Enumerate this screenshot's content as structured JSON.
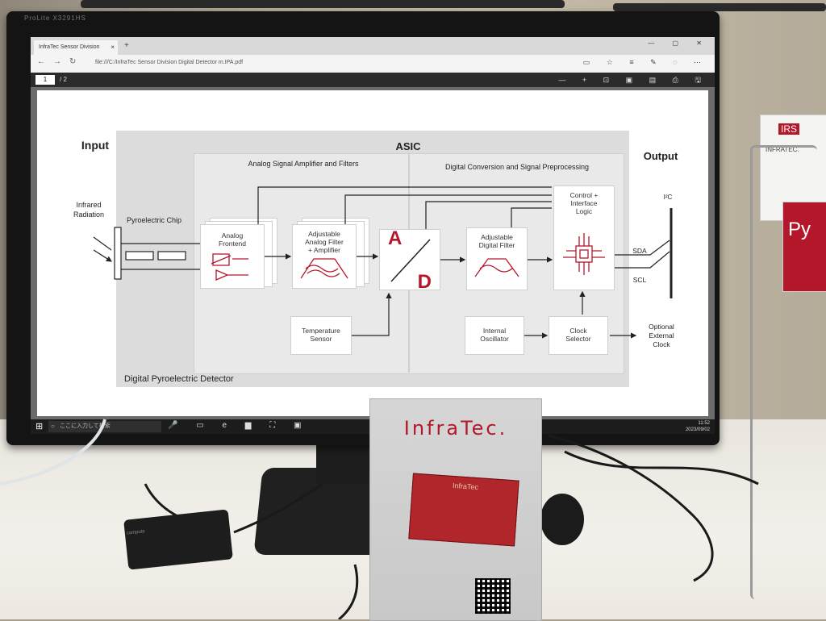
{
  "monitor": {
    "brand": "ProLite X3291HS"
  },
  "browser": {
    "tab_title": "InfraTec Sensor Division",
    "tab_close": "×",
    "new_tab": "+",
    "window_controls": "— ▢ ✕",
    "nav_back": "←",
    "nav_forward": "→",
    "nav_refresh": "↻",
    "address": "file:///C:/InfraTec Sensor Division Digital Detector m.IPA.pdf",
    "nav_icons": "▭ ☆ ≡ ✎ ◌ ⋯"
  },
  "pdf_toolbar": {
    "page_current": "1",
    "page_total": "/ 2",
    "tools": "— + ⊡ ▣ ▤ ⎙ 🖫"
  },
  "diagram": {
    "input": "Input",
    "output": "Output",
    "asic": "ASIC",
    "analog_section": "Analog Signal Amplifier and Filters",
    "digital_section": "Digital Conversion and Signal Preprocessing",
    "infrared": [
      "Infrared",
      "Radiation"
    ],
    "pyro_chip": "Pyroelectric Chip",
    "analog_frontend": [
      "Analog",
      "Frontend"
    ],
    "adj_analog_filter": [
      "Adjustable",
      "Analog Filter",
      "+ Amplifier"
    ],
    "ad_a": "A",
    "ad_d": "D",
    "adj_digital_filter": [
      "Adjustable",
      "Digital Filter"
    ],
    "control_logic": [
      "Control +",
      "Interface",
      "Logic"
    ],
    "temp_sensor": [
      "Temperature",
      "Sensor"
    ],
    "internal_osc": [
      "Internal",
      "Oscillator"
    ],
    "clock_selector": [
      "Clock",
      "Selector"
    ],
    "i2c": "I²C",
    "sda": "SDA",
    "scl": "SCL",
    "optional_clock": [
      "Optional",
      "External",
      "Clock"
    ],
    "detector_label": "Digital Pyroelectric Detector"
  },
  "taskbar": {
    "start": "⊞",
    "search_placeholder": "ここに入力して検索",
    "search_icon": "○",
    "pinned": "🎤 ▭ e ▆ ⛶ ▣",
    "time": "11:52",
    "date": "2023/09/02"
  },
  "demo_stand": {
    "logo": "InfraTec.",
    "pcb_label": "InfraTec"
  },
  "stick_pc": {
    "label": "compute"
  },
  "brochure": {
    "brand": "IRS",
    "sub": "INFRATEC.",
    "title": "Py"
  }
}
